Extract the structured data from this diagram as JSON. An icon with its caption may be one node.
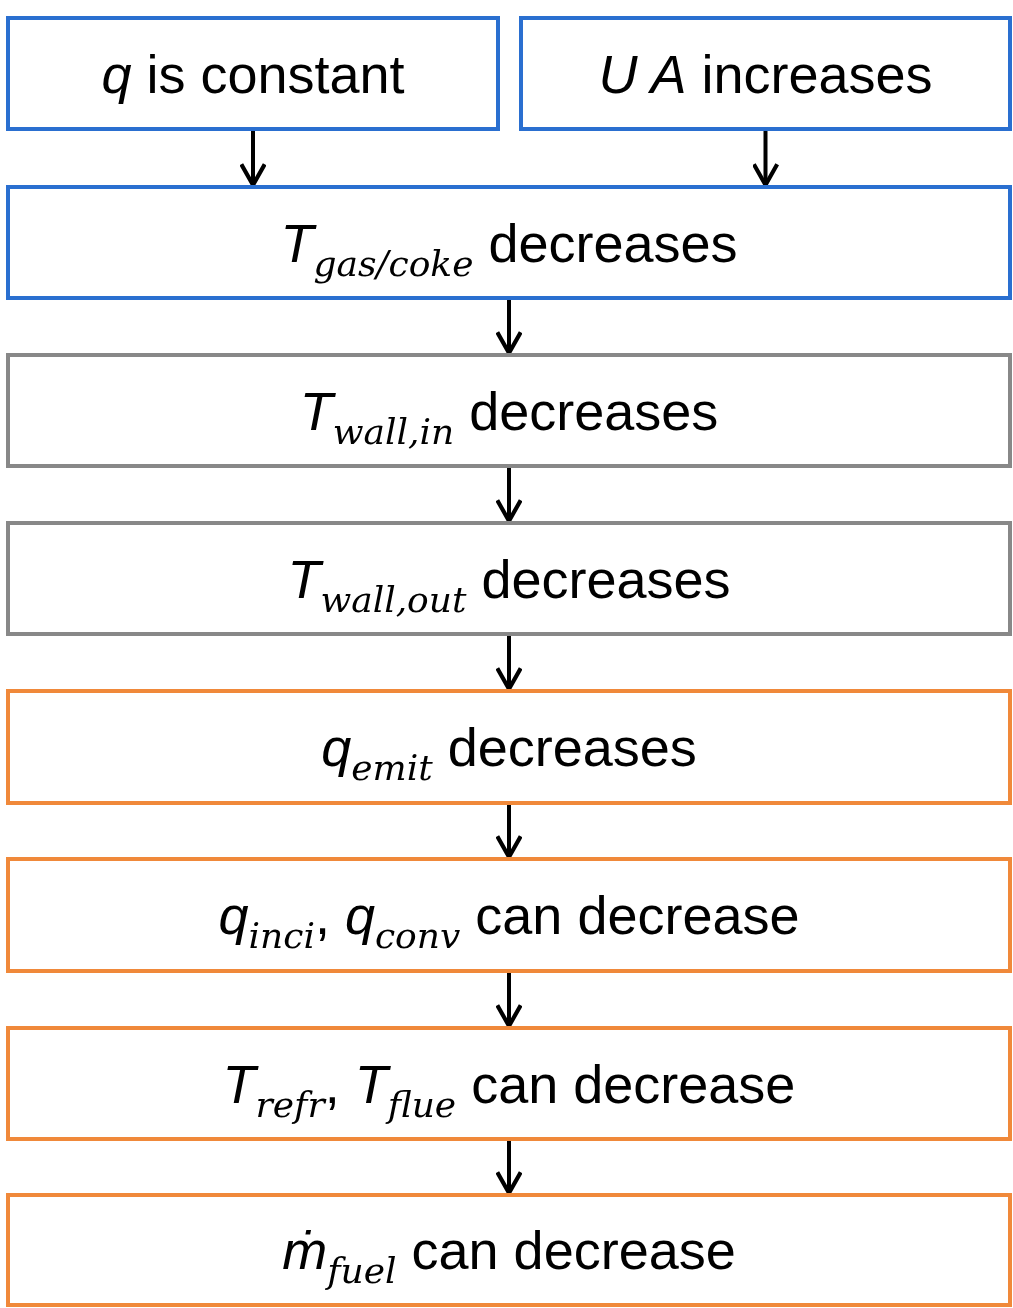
{
  "diagram": {
    "nodes": [
      {
        "text": [
          "*q* is constant"
        ]
      },
      {
        "text": [
          "*U A* increases"
        ]
      },
      {
        "text": [
          "*T*$_{gas/coke}$ decreases"
        ]
      },
      {
        "text": [
          "*T*$_{wall,in}$ decreases"
        ]
      },
      {
        "text": [
          "*T*$_{wall,out}$ decreases"
        ]
      },
      {
        "text": [
          "*q*$_{emit}$ decreases"
        ]
      },
      {
        "text": [
          "*q*$_{inci}$, *q*$_{conv}$ can decrease"
        ]
      },
      {
        "text": [
          "*T*$_{refr}$, *T*$_{flue}$ can decrease"
        ]
      },
      {
        "text": [
          "*ṁ*$_{fuel}$ can decrease"
        ]
      }
    ],
    "edges": [
      {
        "from": 0,
        "to": 2,
        "arrow": "to"
      },
      {
        "from": 1,
        "to": 2,
        "arrow": "to"
      },
      {
        "from": 2,
        "to": 3,
        "arrow": "to"
      },
      {
        "from": 3,
        "to": 4,
        "arrow": "to"
      },
      {
        "from": 4,
        "to": 5,
        "arrow": "to"
      },
      {
        "from": 5,
        "to": 6,
        "arrow": "to"
      },
      {
        "from": 6,
        "to": 7,
        "arrow": "to"
      },
      {
        "from": 7,
        "to": 8,
        "arrow": "to"
      }
    ]
  }
}
